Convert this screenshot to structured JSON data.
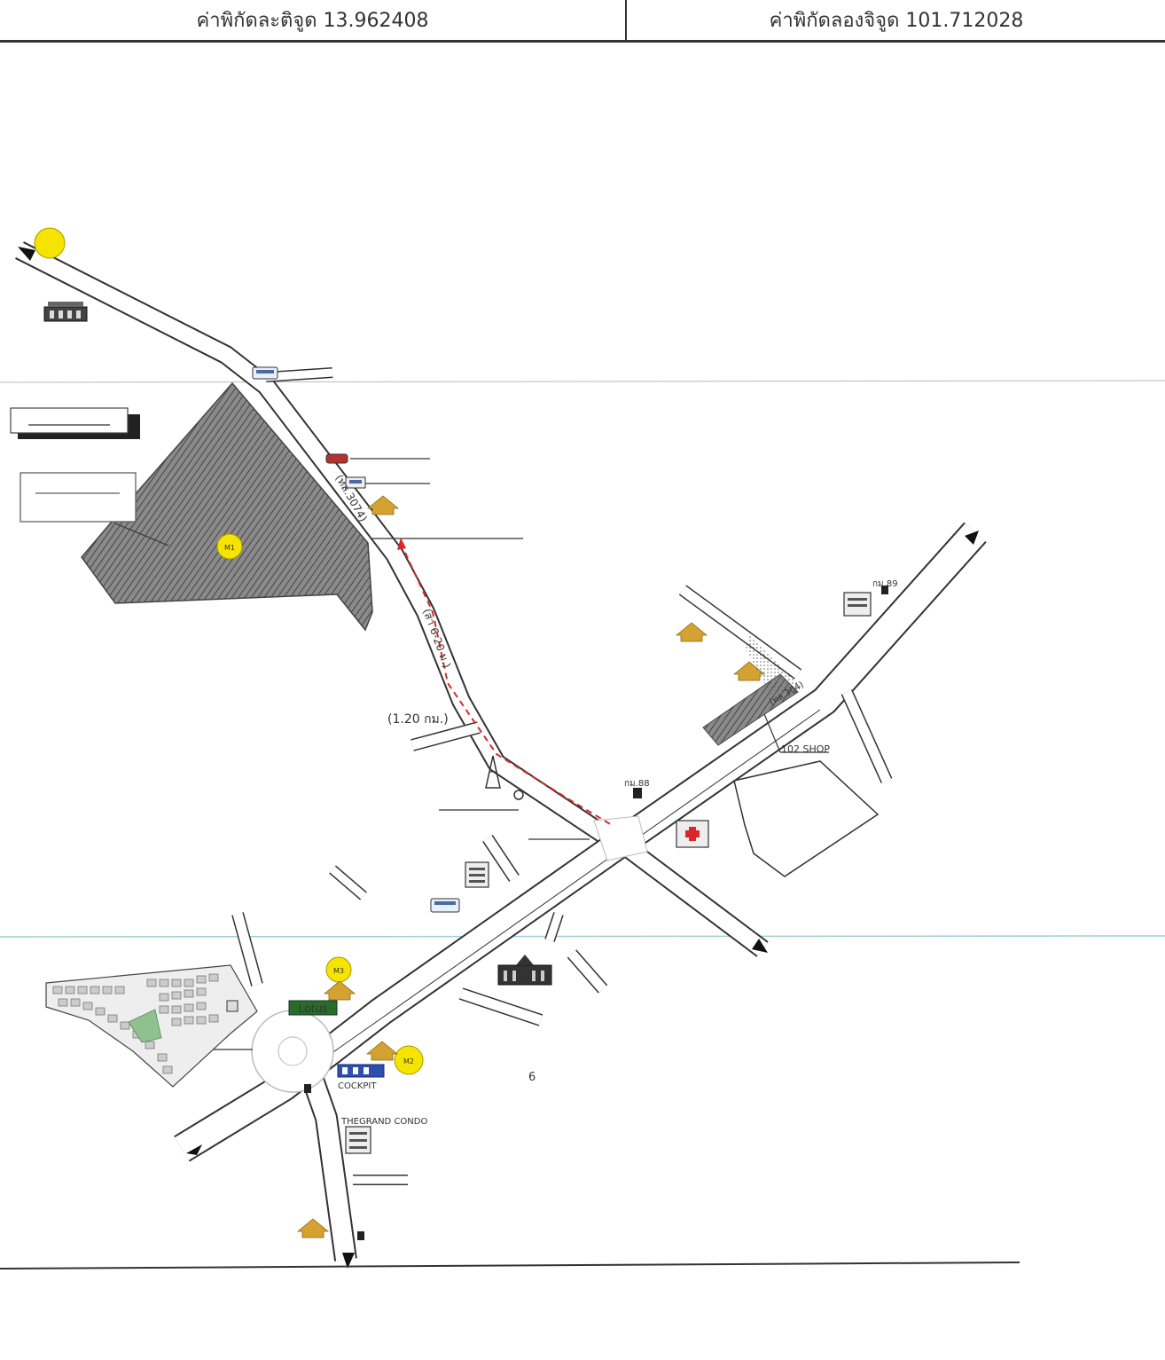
{
  "header": {
    "latitude_label": "ค่าพิกัดละติจูด 13.962408",
    "longitude_label": "ค่าพิกัดลองจิจูด 101.712028"
  },
  "map": {
    "road_km_label": "(1.20 กม.)",
    "shop_label": "102 SHOP",
    "km_left": "กม.88",
    "km_right": "กม.89",
    "cockpit_label": "COCKPIT",
    "condo_label": "THEGRAND CONDO",
    "lotus_label": "Lotus",
    "number_label": "6",
    "lm1": "M1",
    "lm2": "M2",
    "lm3": "M3",
    "road_a_label": "(ทล.3074)",
    "road_b_label": "(ทล.304)",
    "road_c_label": "(สา 6-20 ม.)"
  },
  "colors": {
    "road_fill": "#ffffff",
    "road_stroke": "#333333",
    "parcel_fill": "#6e6e6e",
    "marker_yellow": "#f5e400",
    "route_red": "#d8282a",
    "house_orange": "#d4a230"
  }
}
